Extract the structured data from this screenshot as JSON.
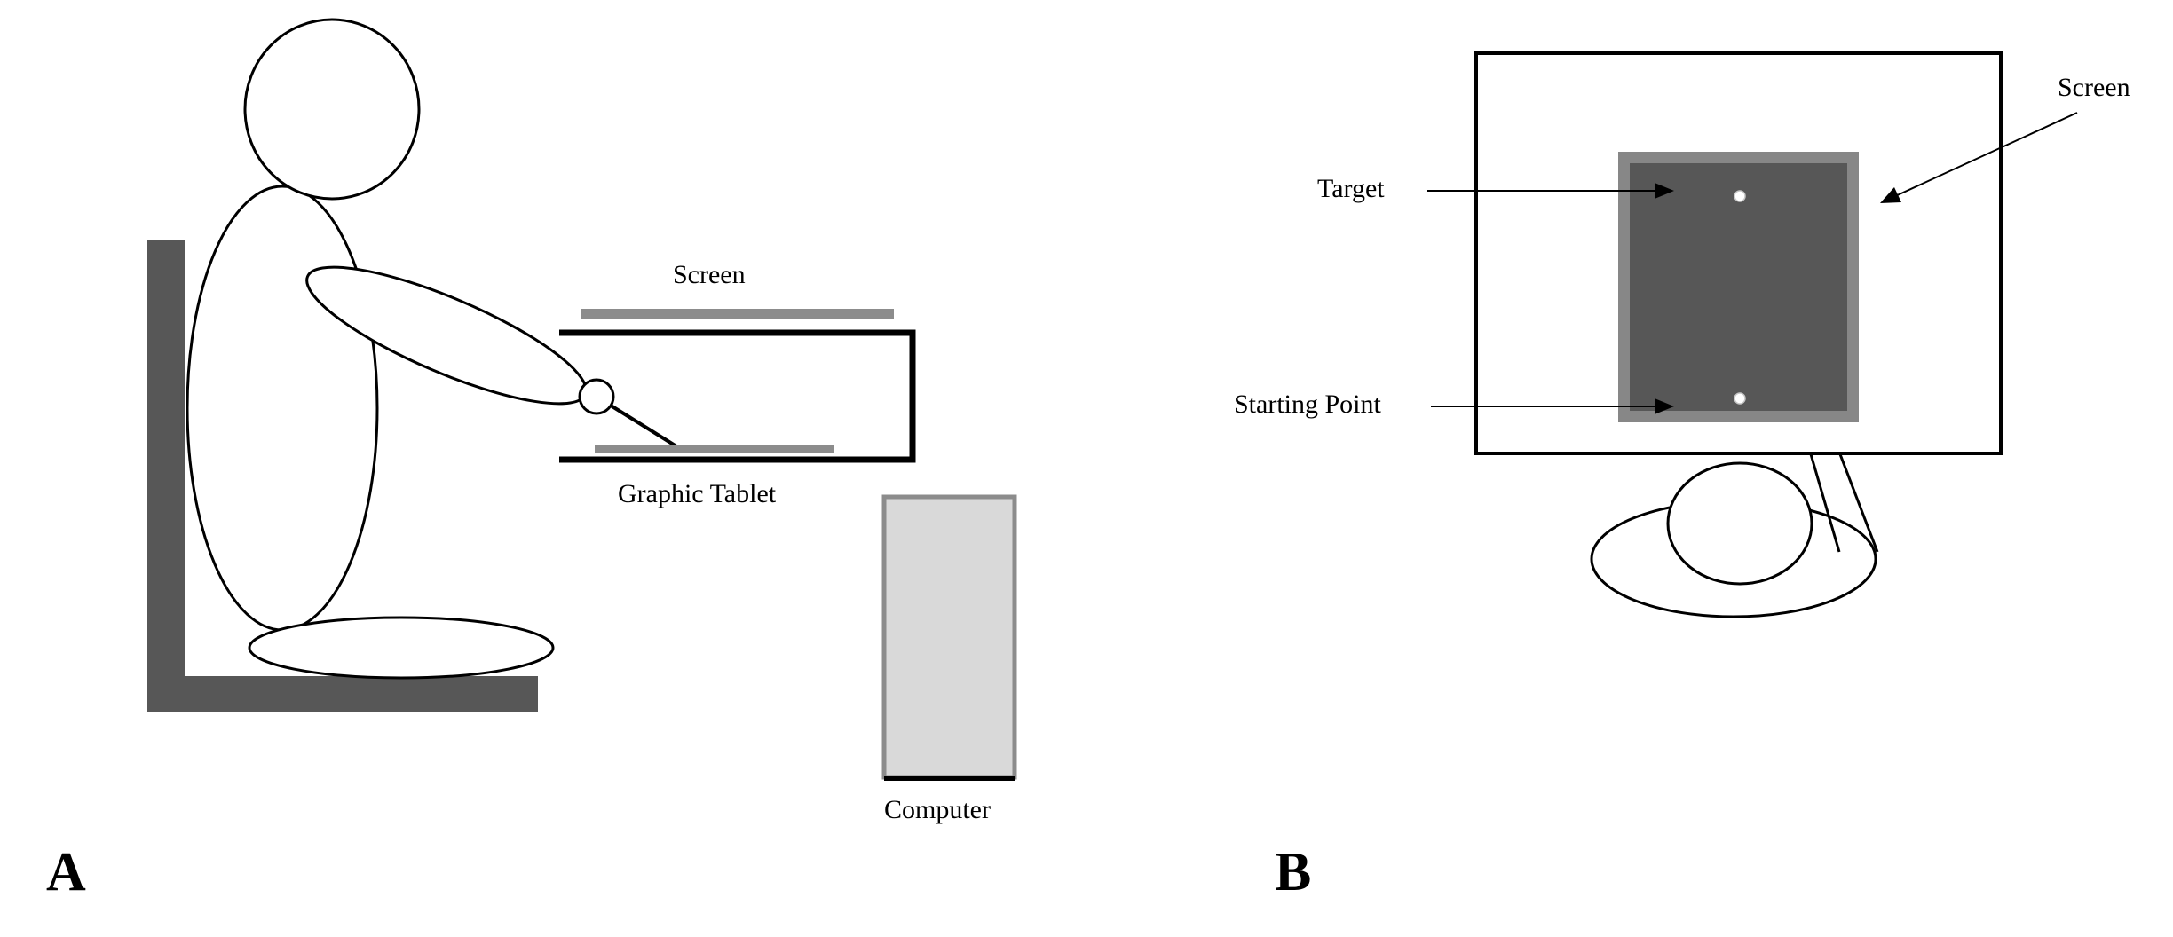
{
  "panel_a": {
    "letter": "A",
    "labels": {
      "screen": "Screen",
      "tablet": "Graphic Tablet",
      "computer": "Computer"
    }
  },
  "panel_b": {
    "letter": "B",
    "labels": {
      "screen": "Screen",
      "target": "Target",
      "starting_point": "Starting Point"
    }
  },
  "colors": {
    "chair": "#575757",
    "screen_bar": "#8c8c8c",
    "screen_frame": "#878787",
    "screen_inner": "#575757",
    "computer_fill": "#d9d9d9",
    "outline": "#000000"
  }
}
